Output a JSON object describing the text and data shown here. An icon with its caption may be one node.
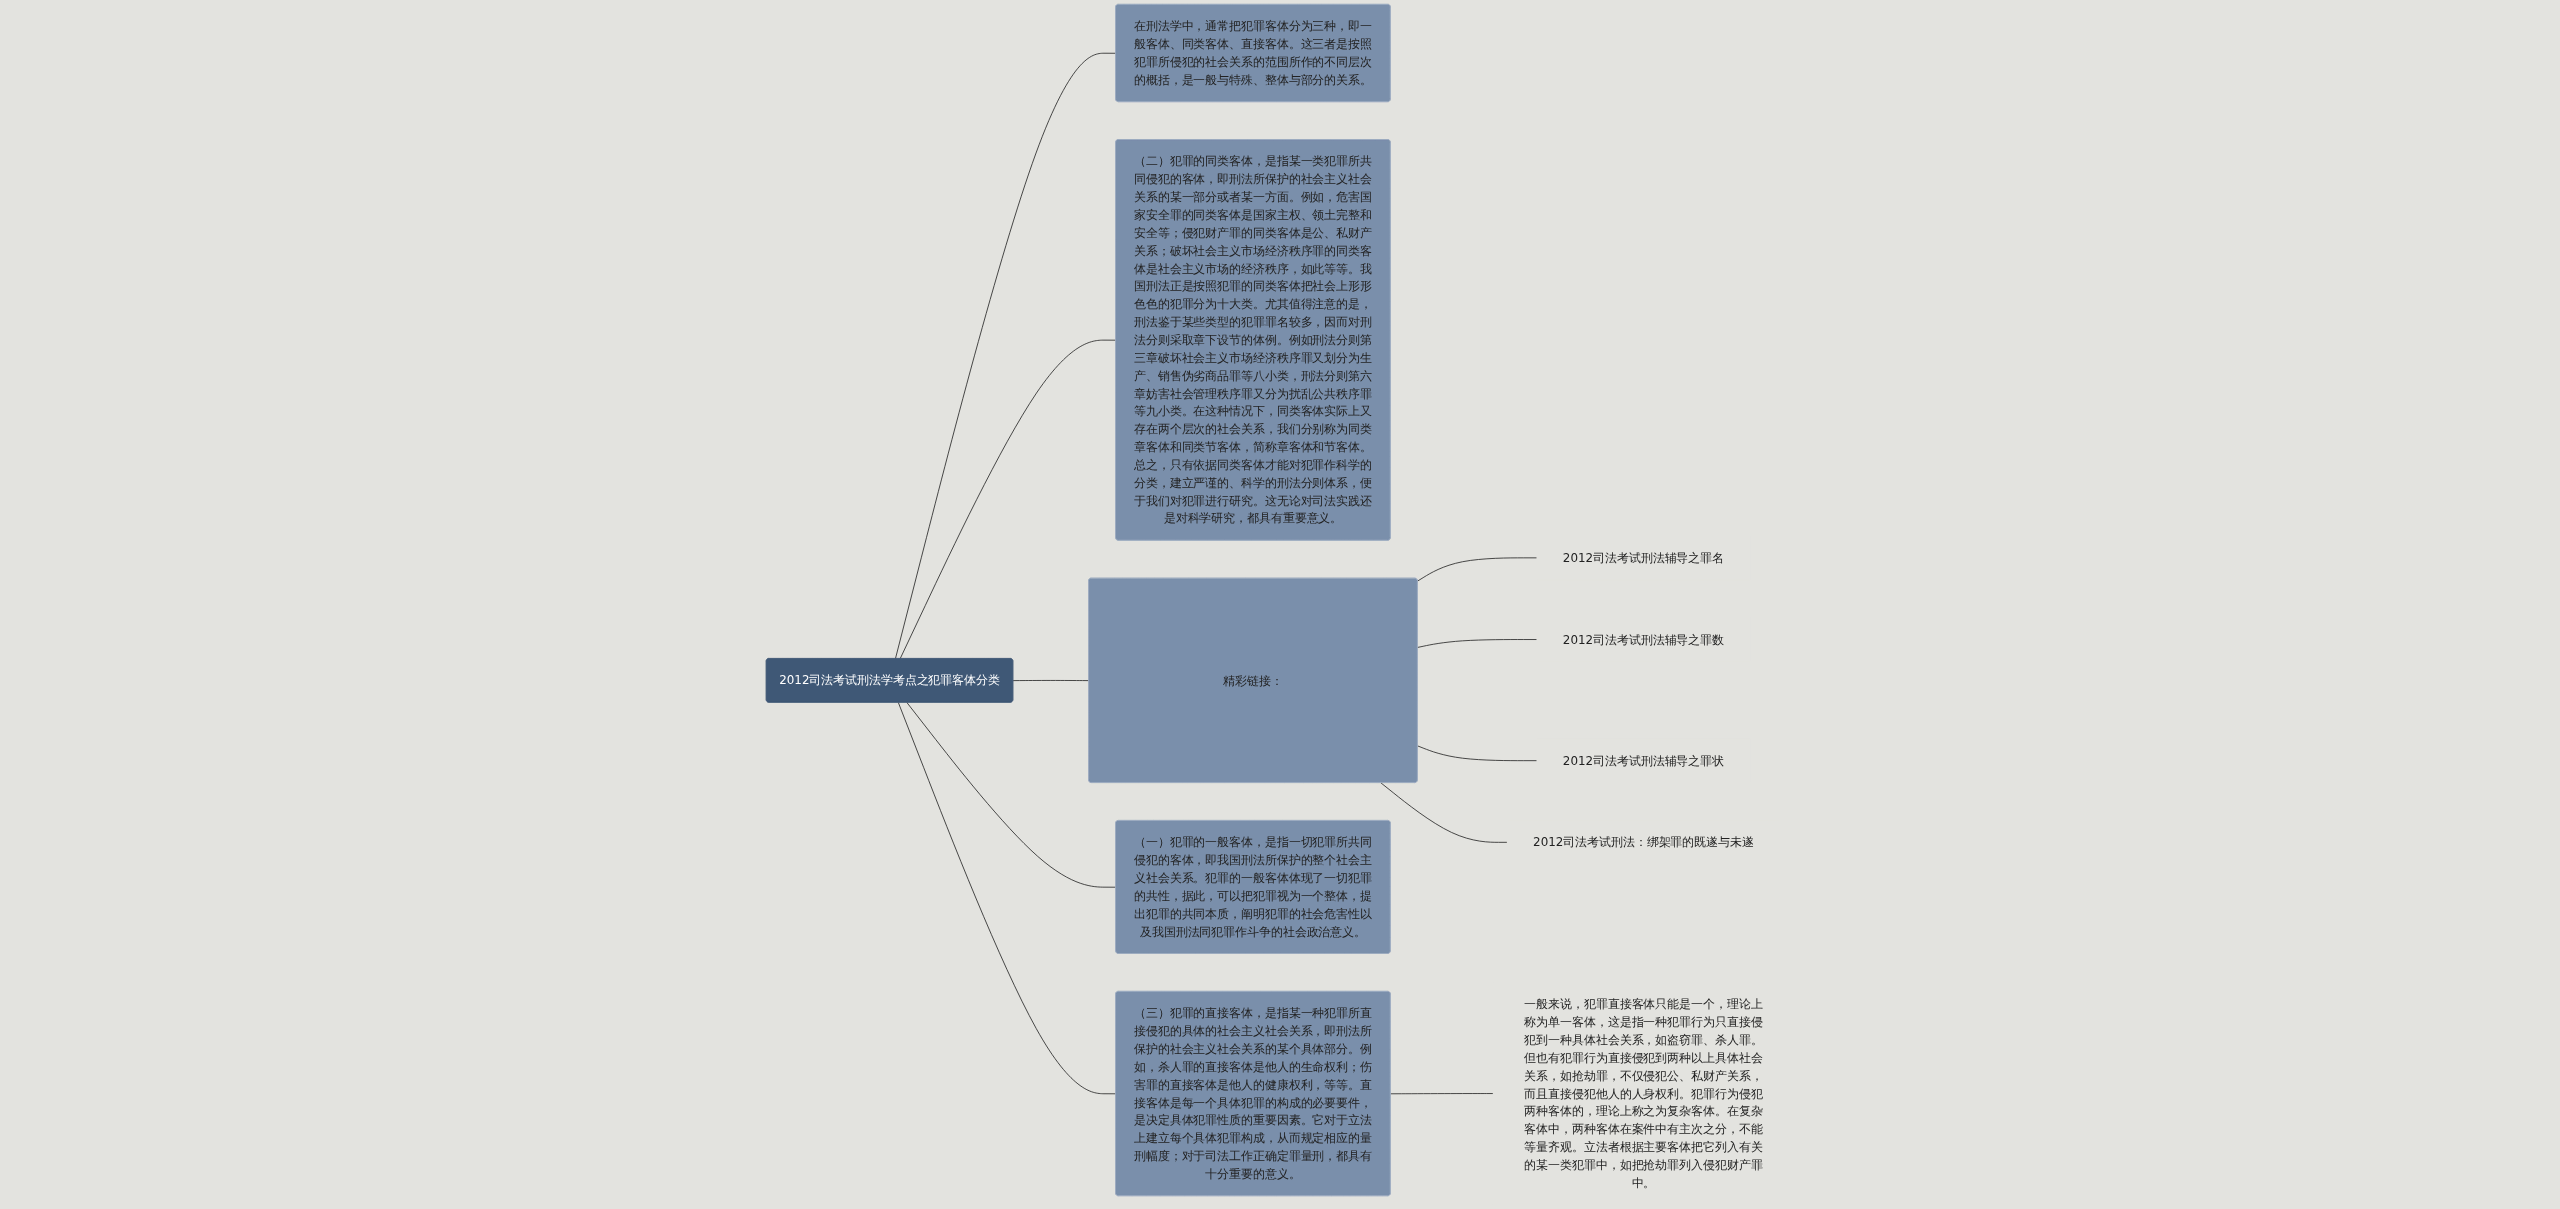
{
  "diagram": {
    "nodes": [
      {
        "text": [
          "2012司法考试刑法学考点之犯罪客体分类"
        ]
      },
      {
        "text": [
          "在刑法学中，通常把犯罪客体分为三种，即一般客体、同类客体、直接客体。这三者是按照犯罪所侵犯的社会关系的范围所作的不同层次的概括，是一般与特殊、整体与部分的关系。"
        ]
      },
      {
        "text": [
          "（二）犯罪的同类客体，是指某一类犯罪所共同侵犯的客体，即刑法所保护的社会主义社会关系的某一部分或者某一方面。例如，危害国家安全罪的同类客体是国家主权、领土完整和安全等；侵犯财产罪的同类客体是公、私财产关系；破坏社会主义市场经济秩序罪的同类客体是社会主义市场的经济秩序，如此等等。我国刑法正是按照犯罪的同类客体把社会上形形色色的犯罪分为十大类。尤其值得注意的是，刑法鉴于某些类型的犯罪罪名较多，因而对刑法分则采取章下设节的体例。例如刑法分则第三章破坏社会主义市场经济秩序罪又划分为生产、销售伪劣商品罪等八小类，刑法分则第六章妨害社会管理秩序罪又分为扰乱公共秩序罪等九小类。在这种情况下，同类客体实际上又存在两个层次的社会关系，我们分别称为同类章客体和同类节客体，简称章客体和节客体。总之，只有依据同类客体才能对犯罪作科学的分类，建立严谨的、科学的刑法分则体系，便于我们对犯罪进行研究。这无论对司法实践还是对科学研究，都具有重要意义。"
        ]
      },
      {
        "text": [
          "精彩链接："
        ]
      },
      {
        "text": [
          "2012司法考试刑法辅导之罪名"
        ]
      },
      {
        "text": [
          "2012司法考试刑法辅导之罪数"
        ]
      },
      {
        "text": [
          "2012司法考试刑法辅导之罪状"
        ]
      },
      {
        "text": [
          "2012司法考试刑法：绑架罪的既遂与未遂"
        ]
      },
      {
        "text": [
          "（一）犯罪的一般客体，是指一切犯罪所共同侵犯的客体，即我国刑法所保护的整个社会主义社会关系。犯罪的一般客体体现了一切犯罪的共性，据此，可以把犯罪视为一个整体，提出犯罪的共同本质，阐明犯罪的社会危害性以及我国刑法同犯罪作斗争的社会政治意义。"
        ]
      },
      {
        "text": [
          "（三）犯罪的直接客体，是指某一种犯罪所直接侵犯的具体的社会主义社会关系，即刑法所保护的社会主义社会关系的某个具体部分。例如，杀人罪的直接客体是他人的生命权利；伤害罪的直接客体是他人的健康权利，等等。直接客体是每一个具体犯罪的构成的必要要件，是决定具体犯罪性质的重要因素。它对于立法上建立每个具体犯罪构成，从而规定相应的量刑幅度；对于司法工作正确定罪量刑，都具有十分重要的意义。"
        ]
      },
      {
        "text": [
          "一般来说，犯罪直接客体只能是一个，理论上称为单一客体，这是指一种犯罪行为只直接侵犯到一种具体社会关系，如盗窃罪、杀人罪。但也有犯罪行为直接侵犯到两种以上具体社会关系，如抢劫罪，不仅侵犯公、私财产关系，而且直接侵犯他人的人身权利。犯罪行为侵犯两种客体的，理论上称之为复杂客体。在复杂客体中，两种客体在案件中有主次之分，不能等量齐观。立法者根据主要客体把它列入有关的某一类犯罪中，如把抢劫罪列入侵犯财产罪中。"
        ]
      }
    ],
    "edges": [
      {
        "from": 0,
        "to": 1,
        "arrow": "none"
      },
      {
        "from": 0,
        "to": 2,
        "arrow": "none"
      },
      {
        "from": 0,
        "to": 3,
        "arrow": "none"
      },
      {
        "from": 3,
        "to": 4,
        "arrow": "none"
      },
      {
        "from": 3,
        "to": 5,
        "arrow": "none"
      },
      {
        "from": 3,
        "to": 6,
        "arrow": "none"
      },
      {
        "from": 3,
        "to": 7,
        "arrow": "none"
      },
      {
        "from": 0,
        "to": 8,
        "arrow": "none"
      },
      {
        "from": 0,
        "to": 9,
        "arrow": "none"
      },
      {
        "from": 9,
        "to": 10,
        "arrow": "none"
      }
    ]
  }
}
